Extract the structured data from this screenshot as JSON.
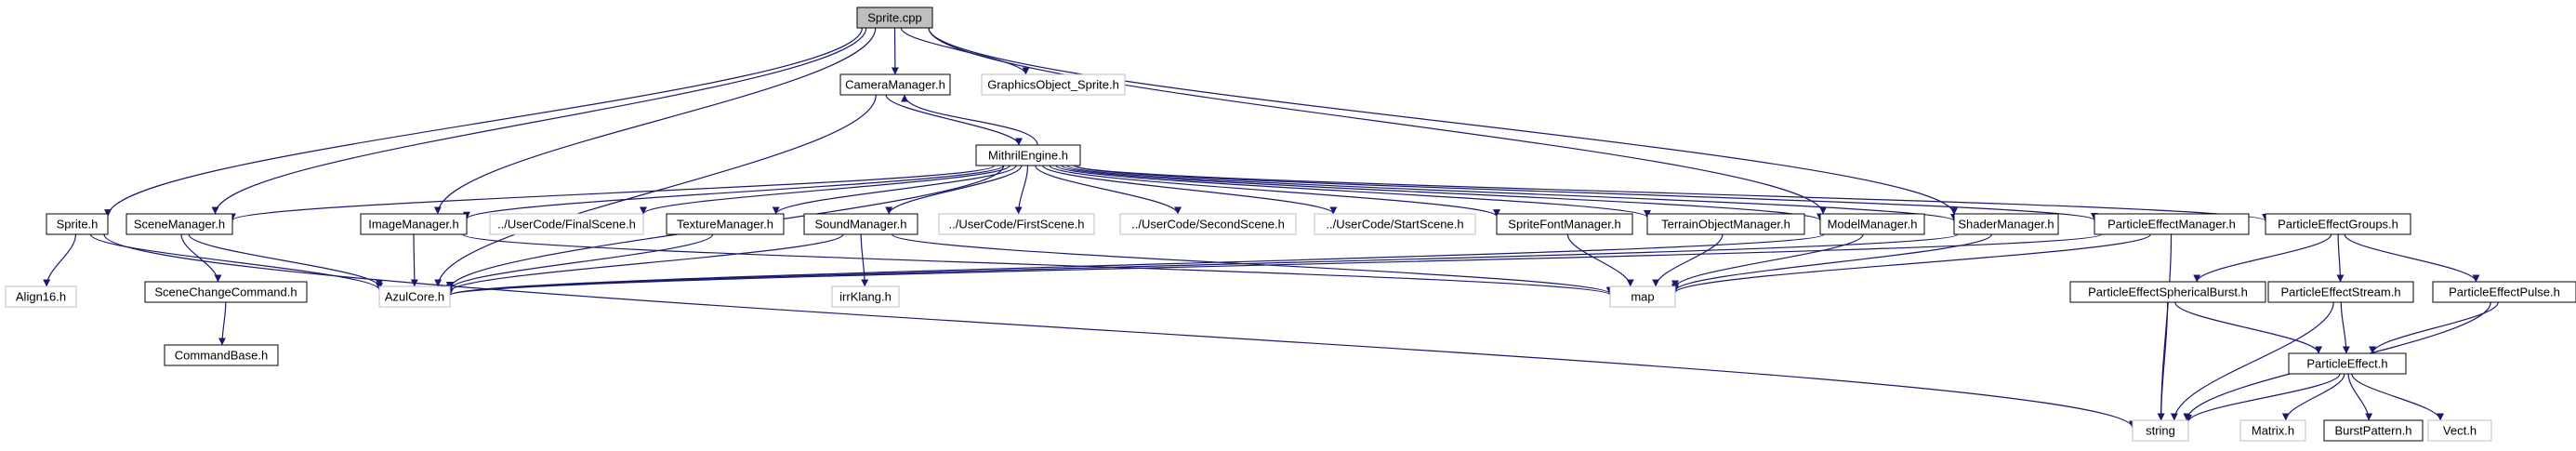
{
  "graph": {
    "nodes": [
      {
        "id": "sprite_cpp",
        "label": "Sprite.cpp",
        "style": "root"
      },
      {
        "id": "camera_mgr",
        "label": "CameraManager.h",
        "style": "documented"
      },
      {
        "id": "gfx_sprite",
        "label": "GraphicsObject_Sprite.h",
        "style": "external"
      },
      {
        "id": "mithril",
        "label": "MithrilEngine.h",
        "style": "documented"
      },
      {
        "id": "sprite_h",
        "label": "Sprite.h",
        "style": "documented"
      },
      {
        "id": "scene_mgr",
        "label": "SceneManager.h",
        "style": "documented"
      },
      {
        "id": "image_mgr",
        "label": "ImageManager.h",
        "style": "documented"
      },
      {
        "id": "final_scene",
        "label": "../UserCode/FinalScene.h",
        "style": "external"
      },
      {
        "id": "texture_mgr",
        "label": "TextureManager.h",
        "style": "documented"
      },
      {
        "id": "sound_mgr",
        "label": "SoundManager.h",
        "style": "documented"
      },
      {
        "id": "first_scene",
        "label": "../UserCode/FirstScene.h",
        "style": "external"
      },
      {
        "id": "second_scene",
        "label": "../UserCode/SecondScene.h",
        "style": "external"
      },
      {
        "id": "start_scene",
        "label": "../UserCode/StartScene.h",
        "style": "external"
      },
      {
        "id": "spritefont_mgr",
        "label": "SpriteFontManager.h",
        "style": "documented"
      },
      {
        "id": "terrain_mgr",
        "label": "TerrainObjectManager.h",
        "style": "documented"
      },
      {
        "id": "model_mgr",
        "label": "ModelManager.h",
        "style": "documented"
      },
      {
        "id": "shader_mgr",
        "label": "ShaderManager.h",
        "style": "documented"
      },
      {
        "id": "pe_mgr",
        "label": "ParticleEffectManager.h",
        "style": "documented"
      },
      {
        "id": "pe_groups",
        "label": "ParticleEffectGroups.h",
        "style": "documented"
      },
      {
        "id": "align16",
        "label": "Align16.h",
        "style": "external"
      },
      {
        "id": "azulcore",
        "label": "AzulCore.h",
        "style": "external"
      },
      {
        "id": "scene_change",
        "label": "SceneChangeCommand.h",
        "style": "documented"
      },
      {
        "id": "command_base",
        "label": "CommandBase.h",
        "style": "documented"
      },
      {
        "id": "irrklang",
        "label": "irrKlang.h",
        "style": "external"
      },
      {
        "id": "map",
        "label": "map",
        "style": "external"
      },
      {
        "id": "pe_burst",
        "label": "ParticleEffectSphericalBurst.h",
        "style": "documented"
      },
      {
        "id": "pe_stream",
        "label": "ParticleEffectStream.h",
        "style": "documented"
      },
      {
        "id": "pe_pulse",
        "label": "ParticleEffectPulse.h",
        "style": "documented"
      },
      {
        "id": "particle_effect",
        "label": "ParticleEffect.h",
        "style": "documented"
      },
      {
        "id": "string",
        "label": "string",
        "style": "external"
      },
      {
        "id": "matrix",
        "label": "Matrix.h",
        "style": "external"
      },
      {
        "id": "burst_pattern",
        "label": "BurstPattern.h",
        "style": "documented"
      },
      {
        "id": "vect",
        "label": "Vect.h",
        "style": "external"
      }
    ],
    "edges": [
      {
        "from": "sprite_cpp",
        "to": "camera_mgr"
      },
      {
        "from": "sprite_cpp",
        "to": "gfx_sprite"
      },
      {
        "from": "sprite_cpp",
        "to": "sprite_h"
      },
      {
        "from": "sprite_cpp",
        "to": "scene_mgr"
      },
      {
        "from": "sprite_cpp",
        "to": "image_mgr"
      },
      {
        "from": "sprite_cpp",
        "to": "model_mgr"
      },
      {
        "from": "sprite_cpp",
        "to": "shader_mgr"
      },
      {
        "from": "camera_mgr",
        "to": "mithril"
      },
      {
        "from": "mithril",
        "to": "camera_mgr"
      },
      {
        "from": "camera_mgr",
        "to": "azulcore"
      },
      {
        "from": "mithril",
        "to": "scene_mgr"
      },
      {
        "from": "mithril",
        "to": "image_mgr"
      },
      {
        "from": "mithril",
        "to": "final_scene"
      },
      {
        "from": "mithril",
        "to": "texture_mgr"
      },
      {
        "from": "mithril",
        "to": "sound_mgr"
      },
      {
        "from": "mithril",
        "to": "first_scene"
      },
      {
        "from": "mithril",
        "to": "second_scene"
      },
      {
        "from": "mithril",
        "to": "start_scene"
      },
      {
        "from": "mithril",
        "to": "spritefont_mgr"
      },
      {
        "from": "mithril",
        "to": "terrain_mgr"
      },
      {
        "from": "mithril",
        "to": "model_mgr"
      },
      {
        "from": "mithril",
        "to": "shader_mgr"
      },
      {
        "from": "mithril",
        "to": "pe_mgr"
      },
      {
        "from": "mithril",
        "to": "pe_groups"
      },
      {
        "from": "mithril",
        "to": "azulcore"
      },
      {
        "from": "sprite_h",
        "to": "align16"
      },
      {
        "from": "sprite_h",
        "to": "azulcore"
      },
      {
        "from": "sprite_h",
        "to": "string"
      },
      {
        "from": "scene_mgr",
        "to": "azulcore"
      },
      {
        "from": "scene_mgr",
        "to": "scene_change"
      },
      {
        "from": "scene_change",
        "to": "command_base"
      },
      {
        "from": "image_mgr",
        "to": "azulcore"
      },
      {
        "from": "image_mgr",
        "to": "map"
      },
      {
        "from": "texture_mgr",
        "to": "azulcore"
      },
      {
        "from": "sound_mgr",
        "to": "azulcore"
      },
      {
        "from": "sound_mgr",
        "to": "irrklang"
      },
      {
        "from": "sound_mgr",
        "to": "map"
      },
      {
        "from": "spritefont_mgr",
        "to": "map"
      },
      {
        "from": "terrain_mgr",
        "to": "map"
      },
      {
        "from": "model_mgr",
        "to": "azulcore"
      },
      {
        "from": "model_mgr",
        "to": "map"
      },
      {
        "from": "shader_mgr",
        "to": "azulcore"
      },
      {
        "from": "shader_mgr",
        "to": "map"
      },
      {
        "from": "pe_mgr",
        "to": "azulcore"
      },
      {
        "from": "pe_mgr",
        "to": "map"
      },
      {
        "from": "pe_mgr",
        "to": "string"
      },
      {
        "from": "pe_groups",
        "to": "pe_burst"
      },
      {
        "from": "pe_groups",
        "to": "pe_stream"
      },
      {
        "from": "pe_groups",
        "to": "pe_pulse"
      },
      {
        "from": "pe_burst",
        "to": "particle_effect"
      },
      {
        "from": "pe_burst",
        "to": "string"
      },
      {
        "from": "pe_stream",
        "to": "particle_effect"
      },
      {
        "from": "pe_stream",
        "to": "string"
      },
      {
        "from": "pe_pulse",
        "to": "particle_effect"
      },
      {
        "from": "pe_pulse",
        "to": "string"
      },
      {
        "from": "particle_effect",
        "to": "string"
      },
      {
        "from": "particle_effect",
        "to": "matrix"
      },
      {
        "from": "particle_effect",
        "to": "burst_pattern"
      },
      {
        "from": "particle_effect",
        "to": "vect"
      }
    ]
  },
  "colors": {
    "root_fill": "#bfbfbf",
    "documented_border": "#000000",
    "external_border": "#bfbfbf",
    "edge": "#191970",
    "text": "#000000"
  }
}
